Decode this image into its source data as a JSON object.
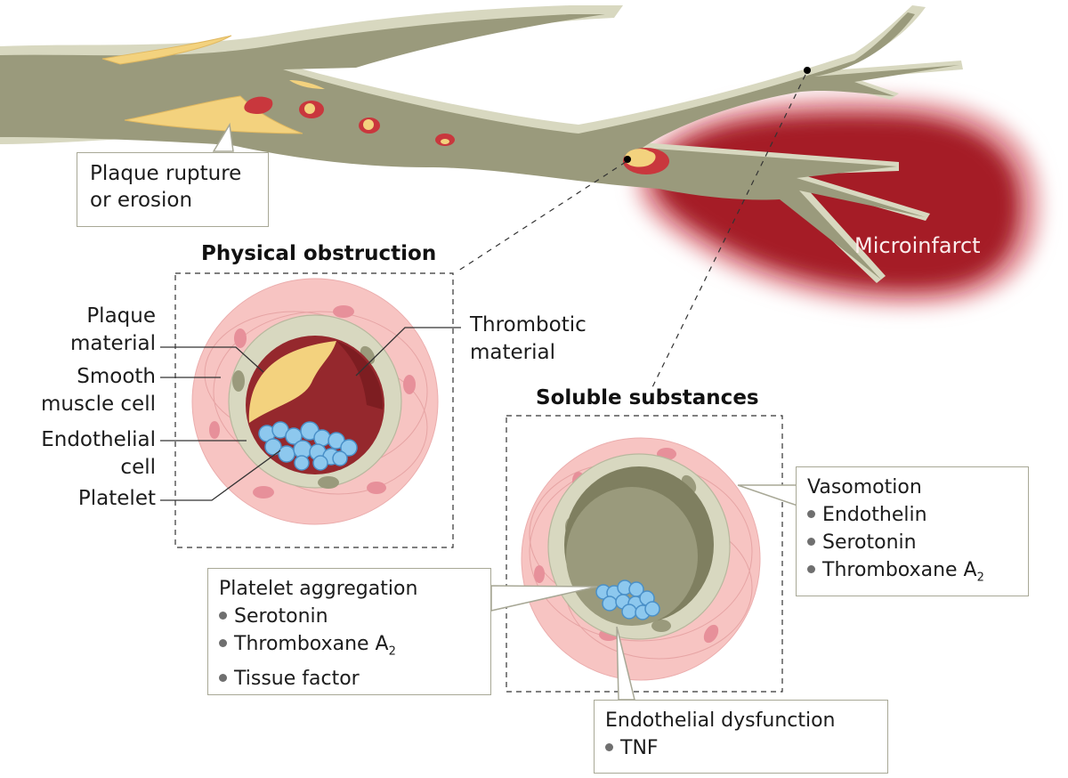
{
  "figure": {
    "colors": {
      "vessel_lumen": "#9a9a7c",
      "vessel_wall": "#d8d8c0",
      "plaque": "#f3d27e",
      "thrombus": "#c9373d",
      "thrombus_dark": "#8f2327",
      "infarct": "#a51c26",
      "smooth_muscle": "#f7c4c2",
      "platelet": "#8dc8ee"
    }
  },
  "labels": {
    "plaque_rupture": [
      "Plaque rupture",
      "or erosion"
    ],
    "microinfarct": "Microinfarct"
  },
  "physical_obstruction": {
    "title": "Physical obstruction",
    "left_labels": {
      "plaque_material": [
        "Plaque",
        "material"
      ],
      "smooth_muscle_cell": [
        "Smooth",
        "muscle cell"
      ],
      "endothelial_cell": [
        "Endothelial",
        "cell"
      ],
      "platelet": "Platelet"
    },
    "thrombotic_material": [
      "Thrombotic",
      "material"
    ]
  },
  "soluble_substances": {
    "title": "Soluble substances",
    "vasomotion": {
      "heading": "Vasomotion",
      "items": [
        "Endothelin",
        "Serotonin",
        "Thromboxane A",
        "2"
      ]
    },
    "platelet_aggregation": {
      "heading": "Platelet aggregation",
      "items": [
        "Serotonin",
        "Thromboxane A",
        "2",
        "Tissue factor"
      ]
    },
    "endothelial_dysfunction": {
      "heading": "Endothelial dysfunction",
      "items": [
        "TNF"
      ]
    }
  }
}
